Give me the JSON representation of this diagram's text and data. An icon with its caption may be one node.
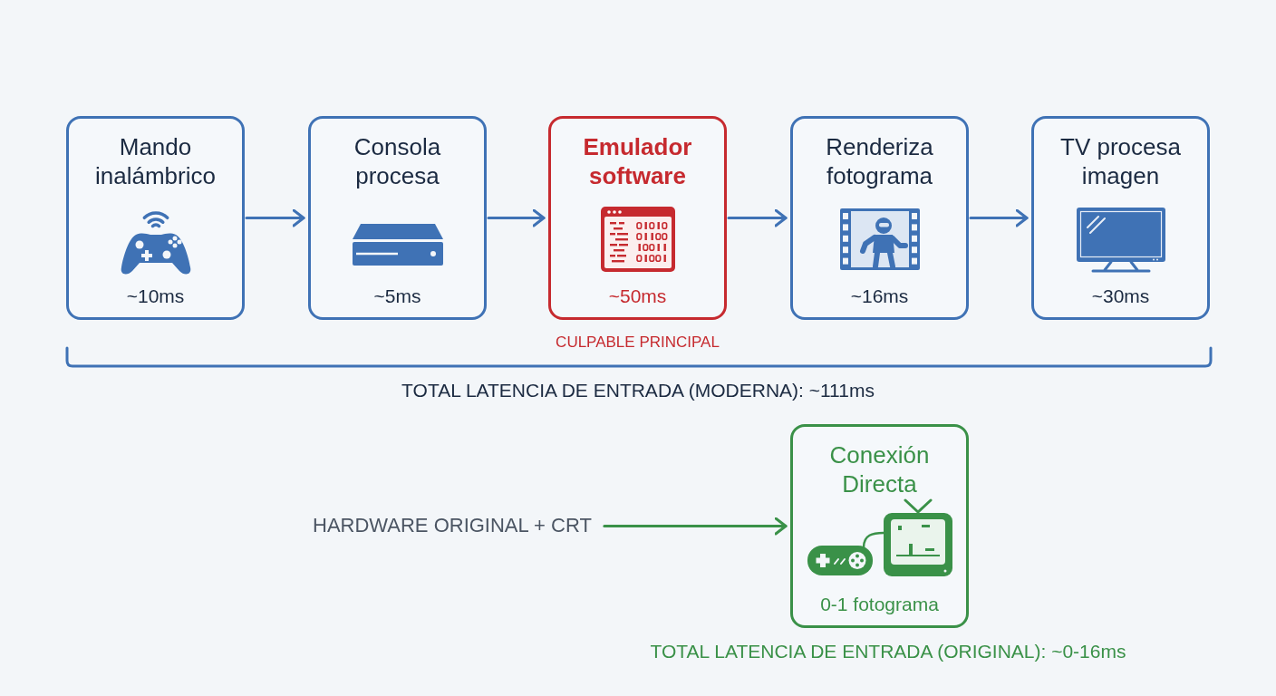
{
  "diagram": {
    "nodes": [
      {
        "text": [
          "Mando inalámbrico",
          "~10ms"
        ]
      },
      {
        "text": [
          "Consola procesa",
          "~5ms"
        ]
      },
      {
        "text": [
          "Emulador software",
          "~50ms"
        ],
        "beside": [
          "CULPABLE PRINCIPAL"
        ]
      },
      {
        "text": [
          "Renderiza fotograma",
          "~16ms"
        ]
      },
      {
        "text": [
          "TV procesa imagen",
          "~30ms"
        ]
      },
      {
        "text": [
          "HARDWARE ORIGINAL + CRT"
        ]
      },
      {
        "text": [
          "Conexión Directa",
          "0-1 fotograma"
        ]
      }
    ],
    "edges": [
      {
        "from": 0,
        "to": 1,
        "arrow": "to"
      },
      {
        "from": 1,
        "to": 2,
        "arrow": "to"
      },
      {
        "from": 2,
        "to": 3,
        "arrow": "to"
      },
      {
        "from": 3,
        "to": 4,
        "arrow": "to"
      },
      {
        "from": 5,
        "to": 6,
        "arrow": "to",
        "color": "#3a9148"
      }
    ],
    "labels": [
      "TOTAL LATENCIA DE ENTRADA (MODERNA): ~111ms",
      "TOTAL LATENCIA DE ENTRADA (ORIGINAL): ~0-16ms"
    ]
  }
}
